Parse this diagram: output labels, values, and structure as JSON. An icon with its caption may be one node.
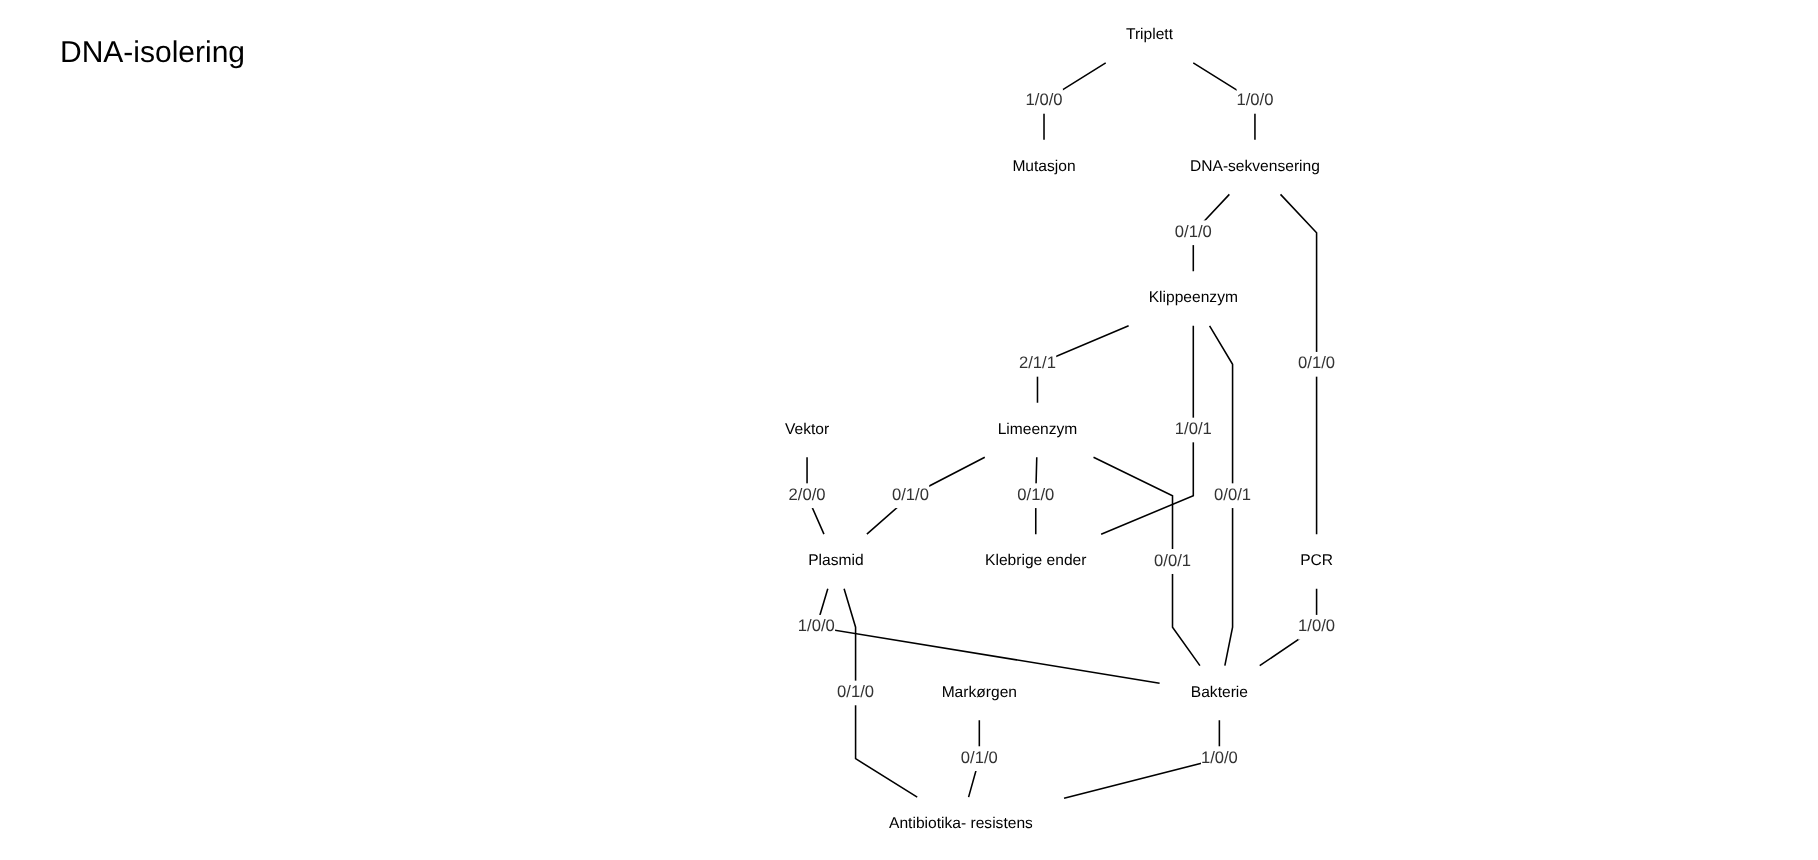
{
  "diagram": {
    "nodes": [
      {
        "text": [
          "Triplett"
        ]
      },
      {
        "text": [
          "Mutasjon"
        ]
      },
      {
        "text": [
          "Vektor"
        ]
      },
      {
        "text": [
          "DNA-sekvensering"
        ]
      },
      {
        "text": [
          "Klippeenzym"
        ]
      },
      {
        "text": [
          "Limeenzym"
        ]
      },
      {
        "text": [
          "Plasmid"
        ]
      },
      {
        "text": [
          "Klebrige ender"
        ]
      },
      {
        "text": [
          "PCR"
        ]
      },
      {
        "text": [
          "Bakterie"
        ]
      },
      {
        "text": [
          "Markørgen"
        ]
      },
      {
        "text": [
          "Antibiotika- resistens"
        ]
      }
    ],
    "edges": [
      {
        "from": 0,
        "to": 1,
        "arrow": "none",
        "label": "1/0/0"
      },
      {
        "from": 0,
        "to": 3,
        "arrow": "none",
        "label": "1/0/0"
      },
      {
        "from": 2,
        "to": 6,
        "arrow": "none",
        "label": "2/0/0"
      },
      {
        "from": 3,
        "to": 4,
        "arrow": "none",
        "label": "0/1/0"
      },
      {
        "from": 4,
        "to": 5,
        "arrow": "none",
        "label": "2/1/1"
      },
      {
        "from": 5,
        "to": 6,
        "arrow": "none",
        "label": "0/1/0"
      },
      {
        "from": 3,
        "to": 8,
        "arrow": "none",
        "label": "0/1/0"
      },
      {
        "from": 4,
        "to": 7,
        "arrow": "none",
        "label": "1/0/1"
      },
      {
        "from": 4,
        "to": 9,
        "arrow": "none",
        "label": "0/0/1"
      },
      {
        "from": 5,
        "to": 7,
        "arrow": "none",
        "label": "0/1/0"
      },
      {
        "from": 5,
        "to": 9,
        "arrow": "none",
        "label": "0/0/1"
      },
      {
        "from": 6,
        "to": 9,
        "arrow": "none",
        "label": "1/0/0"
      },
      {
        "from": 6,
        "to": 11,
        "arrow": "none",
        "label": "0/1/0"
      },
      {
        "from": 8,
        "to": 9,
        "arrow": "none",
        "label": "1/0/0"
      },
      {
        "from": 10,
        "to": 11,
        "arrow": "none",
        "label": "0/1/0"
      },
      {
        "from": 9,
        "to": 11,
        "arrow": "none",
        "label": "1/0/0"
      }
    ],
    "labels": [
      "DNA-isolering"
    ]
  }
}
